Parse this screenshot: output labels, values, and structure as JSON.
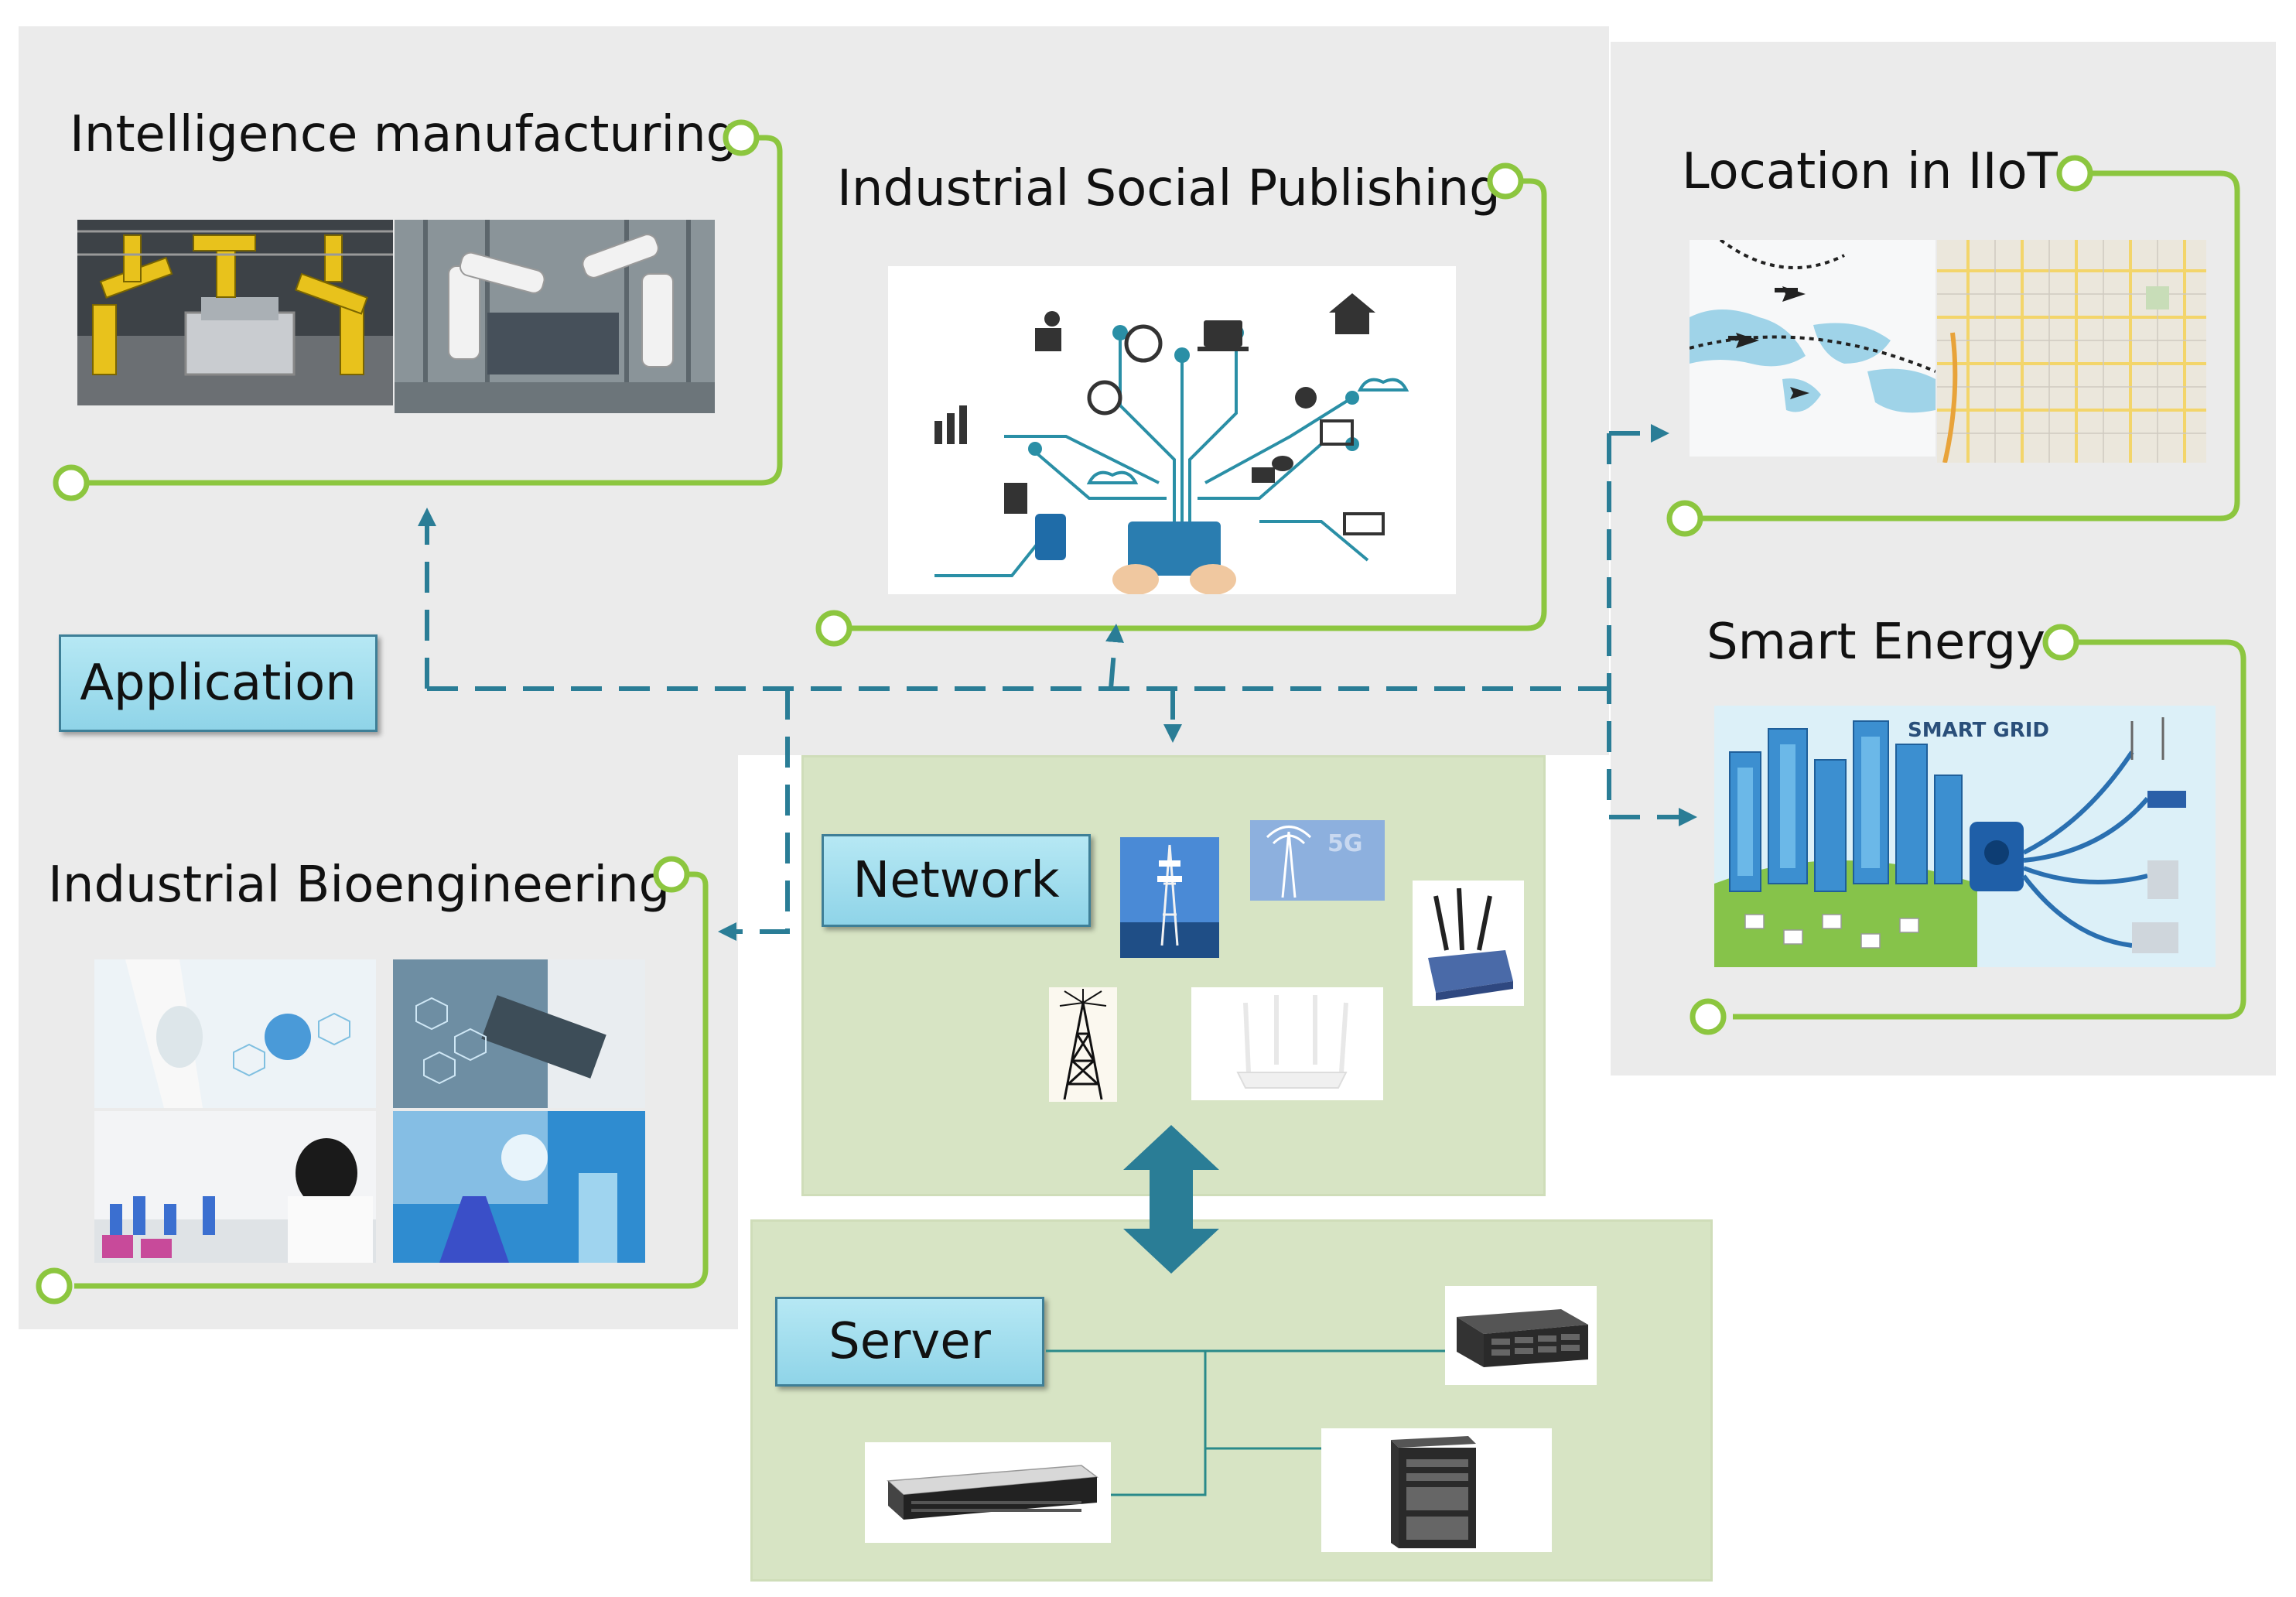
{
  "layers": {
    "application": "Application",
    "network": "Network",
    "server": "Server"
  },
  "apps": {
    "manufacturing": "Intelligence manufacturing",
    "social": "Industrial Social Publishing",
    "location": "Location in IIoT",
    "energy": "Smart Energy",
    "bio": "Industrial Bioengineering"
  },
  "smart_grid_text": "SMART GRID",
  "fiveg_text": "5G",
  "icons": [
    "robot-arm-icon",
    "network-tree-icon",
    "airplane-icon",
    "city-map-icon",
    "smart-grid-icon",
    "lab-icon",
    "cell-tower-icon",
    "router-icon",
    "rack-server-icon",
    "tower-server-icon",
    "double-arrow-icon"
  ],
  "colors": {
    "panel_gray": "#ebebeb",
    "panel_green": "#d7e4c4",
    "bracket_green": "#8cc63f",
    "dashed_teal": "#2a7d96",
    "label_fill": "#a7def0"
  }
}
